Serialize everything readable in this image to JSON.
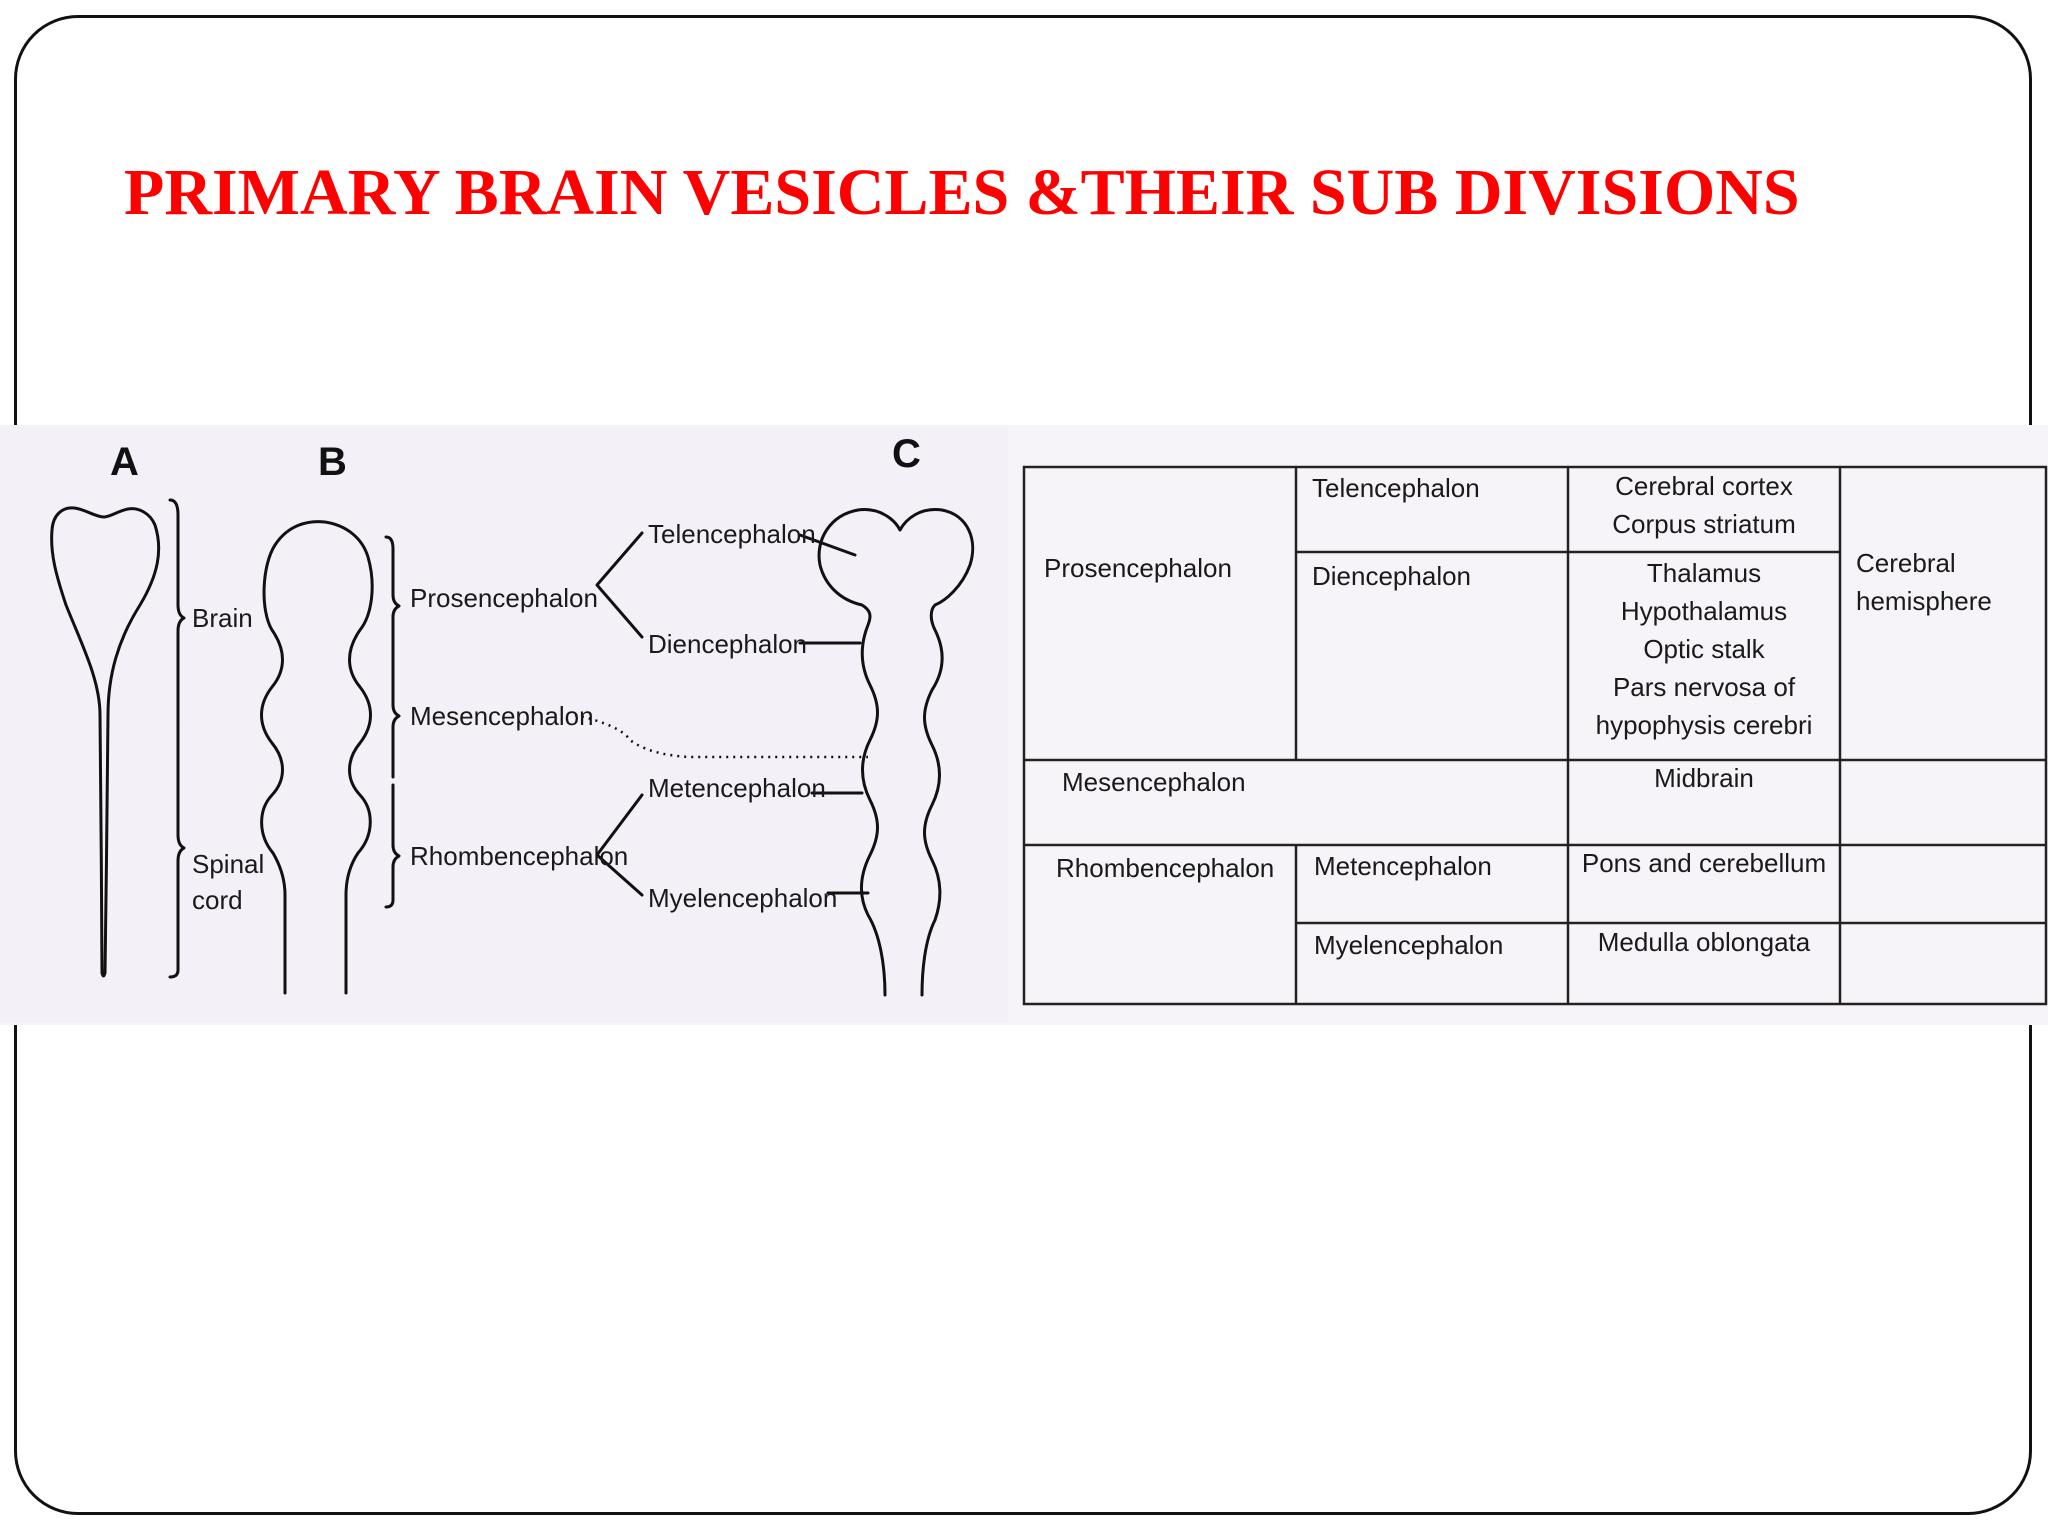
{
  "slide": {
    "title": "PRIMARY BRAIN VESICLES &THEIR SUB DIVISIONS"
  },
  "diagram": {
    "panel_letters": [
      "A",
      "B",
      "C"
    ],
    "a_labels": {
      "brain": "Brain",
      "spinal": "Spinal",
      "cord": "cord"
    },
    "b_labels": {
      "prosencephalon": "Prosencephalon",
      "mesencephalon": "Mesencephalon",
      "rhombencephalon": "Rhombencephalon"
    },
    "c_labels": {
      "telencephalon": "Telencephalon",
      "diencephalon": "Diencephalon",
      "metencephalon": "Metencephalon",
      "myelencephalon": "Myelencephalon"
    }
  },
  "table": {
    "rows": [
      {
        "primary": "Prosencephalon",
        "subdivisions": [
          {
            "name": "Telencephalon",
            "derivatives": [
              "Cerebral cortex",
              "Corpus striatum"
            ]
          },
          {
            "name": "Diencephalon",
            "derivatives": [
              "Thalamus",
              "Hypothalamus",
              "Optic stalk",
              "Pars nervosa of",
              "hypophysis cerebri"
            ]
          }
        ],
        "last_column": [
          "Cerebral",
          "hemisphere"
        ]
      },
      {
        "primary": "Mesencephalon",
        "subdivisions": [
          {
            "name": "",
            "derivatives": [
              "Midbrain"
            ]
          }
        ],
        "last_column": []
      },
      {
        "primary": "Rhombencephalon",
        "subdivisions": [
          {
            "name": "Metencephalon",
            "derivatives": [
              "Pons and cerebellum"
            ]
          },
          {
            "name": "Myelencephalon",
            "derivatives": [
              "Medulla oblongata"
            ]
          }
        ],
        "last_column": []
      }
    ]
  }
}
